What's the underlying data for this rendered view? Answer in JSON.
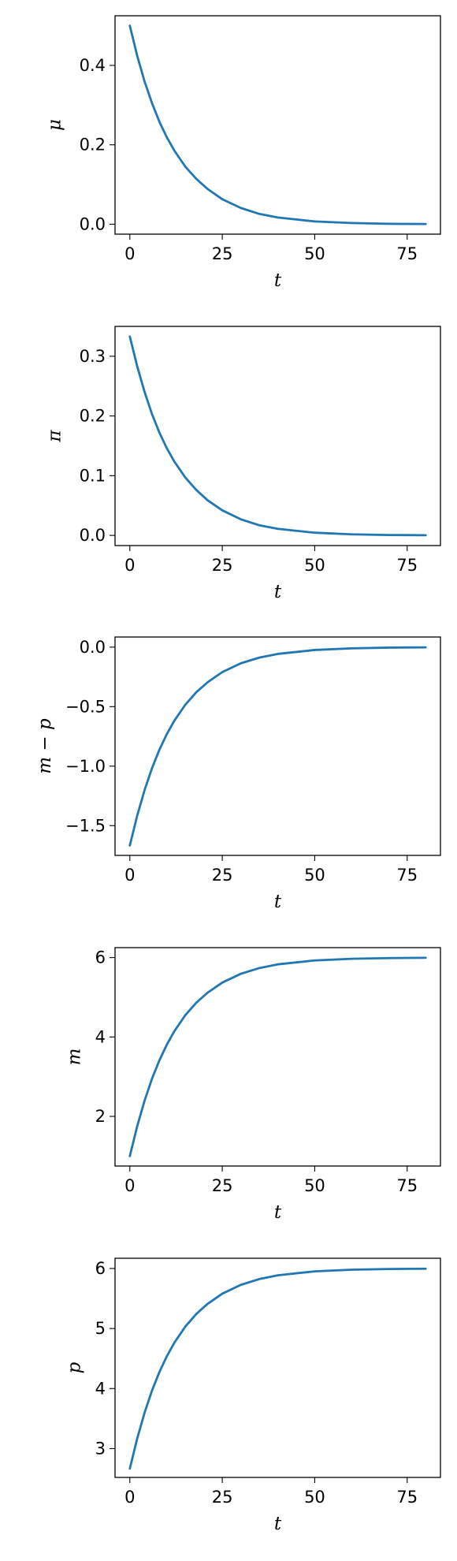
{
  "chart_data": [
    {
      "type": "line",
      "xlabel": "t",
      "ylabel": "μ",
      "xlim": [
        -4,
        84
      ],
      "ylim": [
        -0.025,
        0.525
      ],
      "xticks": [
        0,
        25,
        50,
        75
      ],
      "yticks": [
        0.0,
        0.2,
        0.4
      ],
      "ytick_labels": [
        "0.0",
        "0.2",
        "0.4"
      ],
      "grid": false,
      "series": [
        {
          "x": [
            0,
            2,
            4,
            6,
            8,
            10,
            12,
            15,
            18,
            21,
            25,
            30,
            35,
            40,
            50,
            60,
            70,
            80
          ],
          "y": [
            0.5,
            0.424,
            0.359,
            0.305,
            0.258,
            0.219,
            0.186,
            0.145,
            0.114,
            0.089,
            0.063,
            0.041,
            0.026,
            0.017,
            0.007,
            0.003,
            0.001,
            0.0005
          ]
        }
      ]
    },
    {
      "type": "line",
      "xlabel": "t",
      "ylabel": "π",
      "xlim": [
        -4,
        84
      ],
      "ylim": [
        -0.017,
        0.35
      ],
      "xticks": [
        0,
        25,
        50,
        75
      ],
      "yticks": [
        0.0,
        0.1,
        0.2,
        0.3
      ],
      "ytick_labels": [
        "0.0",
        "0.1",
        "0.2",
        "0.3"
      ],
      "grid": false,
      "series": [
        {
          "x": [
            0,
            2,
            4,
            6,
            8,
            10,
            12,
            15,
            18,
            21,
            25,
            30,
            35,
            40,
            50,
            60,
            70,
            80
          ],
          "y": [
            0.333,
            0.283,
            0.24,
            0.203,
            0.172,
            0.146,
            0.124,
            0.097,
            0.076,
            0.059,
            0.042,
            0.027,
            0.017,
            0.011,
            0.0045,
            0.0018,
            0.0007,
            0.0003
          ]
        }
      ]
    },
    {
      "type": "line",
      "xlabel": "t",
      "ylabel": "m − p",
      "xlim": [
        -4,
        84
      ],
      "ylim": [
        -1.75,
        0.085
      ],
      "xticks": [
        0,
        25,
        50,
        75
      ],
      "yticks": [
        0.0,
        -0.5,
        -1.0,
        -1.5
      ],
      "ytick_labels": [
        "0.0",
        "−0.5",
        "−1.0",
        "−1.5"
      ],
      "grid": false,
      "series": [
        {
          "x": [
            0,
            2,
            4,
            6,
            8,
            10,
            12,
            15,
            18,
            21,
            25,
            30,
            35,
            40,
            50,
            60,
            70,
            80
          ],
          "y": [
            -1.667,
            -1.415,
            -1.2,
            -1.017,
            -0.862,
            -0.731,
            -0.62,
            -0.484,
            -0.378,
            -0.296,
            -0.21,
            -0.136,
            -0.088,
            -0.057,
            -0.024,
            -0.01,
            -0.004,
            -0.002
          ]
        }
      ]
    },
    {
      "type": "line",
      "xlabel": "t",
      "ylabel": "m",
      "xlim": [
        -4,
        84
      ],
      "ylim": [
        0.75,
        6.25
      ],
      "xticks": [
        0,
        25,
        50,
        75
      ],
      "yticks": [
        2,
        4,
        6
      ],
      "ytick_labels": [
        "2",
        "4",
        "6"
      ],
      "grid": false,
      "series": [
        {
          "x": [
            0,
            2,
            4,
            6,
            8,
            10,
            12,
            15,
            18,
            21,
            25,
            30,
            35,
            40,
            50,
            60,
            70,
            80
          ],
          "y": [
            1.0,
            1.755,
            2.4,
            2.95,
            3.413,
            3.806,
            4.14,
            4.548,
            4.866,
            5.113,
            5.37,
            5.591,
            5.735,
            5.829,
            5.928,
            5.97,
            5.987,
            5.995
          ]
        }
      ]
    },
    {
      "type": "line",
      "xlabel": "t",
      "ylabel": "p",
      "xlim": [
        -4,
        84
      ],
      "ylim": [
        2.52,
        6.17
      ],
      "xticks": [
        0,
        25,
        50,
        75
      ],
      "yticks": [
        3,
        4,
        5,
        6
      ],
      "ytick_labels": [
        "3",
        "4",
        "5",
        "6"
      ],
      "grid": false,
      "series": [
        {
          "x": [
            0,
            2,
            4,
            6,
            8,
            10,
            12,
            15,
            18,
            21,
            25,
            30,
            35,
            40,
            50,
            60,
            70,
            80
          ],
          "y": [
            2.667,
            3.17,
            3.6,
            3.967,
            4.275,
            4.537,
            4.76,
            5.032,
            5.244,
            5.409,
            5.58,
            5.727,
            5.823,
            5.886,
            5.952,
            5.98,
            5.991,
            5.996
          ]
        }
      ]
    }
  ],
  "colors": {
    "line": "#1f77b4",
    "axes": "#000000",
    "background": "#ffffff"
  }
}
